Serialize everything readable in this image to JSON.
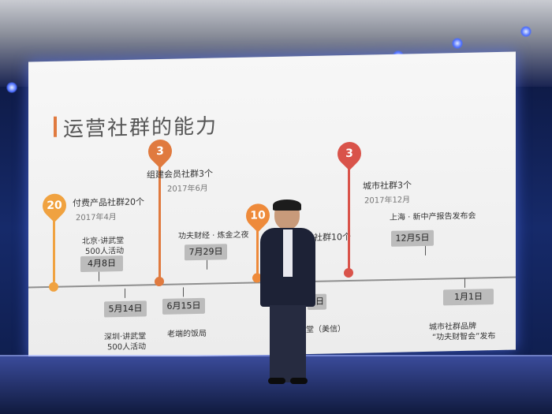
{
  "slide": {
    "title": "运营社群的能力",
    "accent_color": "#e07a3f",
    "pins": [
      {
        "number": "20",
        "label": "付费产品社群20个",
        "date": "2017年4月",
        "color": "#f0a240"
      },
      {
        "number": "3",
        "label": "组建会员社群3个",
        "date": "2017年6月",
        "color": "#e07a3f"
      },
      {
        "number": "10",
        "label": "社群10个",
        "date": "",
        "color": "#ee8a3a"
      },
      {
        "number": "3",
        "label": "城市社群3个",
        "date": "2017年12月",
        "color": "#d9534a"
      }
    ],
    "events_above": [
      {
        "caption_1": "北京·讲武堂",
        "caption_2": "500人活动",
        "date": "4月8日"
      },
      {
        "caption_1": "功夫财经 · 炼金之夜",
        "caption_2": "",
        "date": "7月29日"
      },
      {
        "caption_1": "上海 · 新中产报告发布会",
        "caption_2": "",
        "date": "12月5日"
      }
    ],
    "events_below": [
      {
        "date": "5月14日",
        "caption_1": "深圳·讲武堂",
        "caption_2": "500人活动"
      },
      {
        "date": "6月15日",
        "caption_1": "老端的饭局",
        "caption_2": ""
      },
      {
        "date": "8日",
        "caption_1": "堂（美信）",
        "caption_2": ""
      },
      {
        "date": "1月1日",
        "caption_1": "城市社群品牌",
        "caption_2": "“功夫财智会”发布"
      }
    ]
  }
}
